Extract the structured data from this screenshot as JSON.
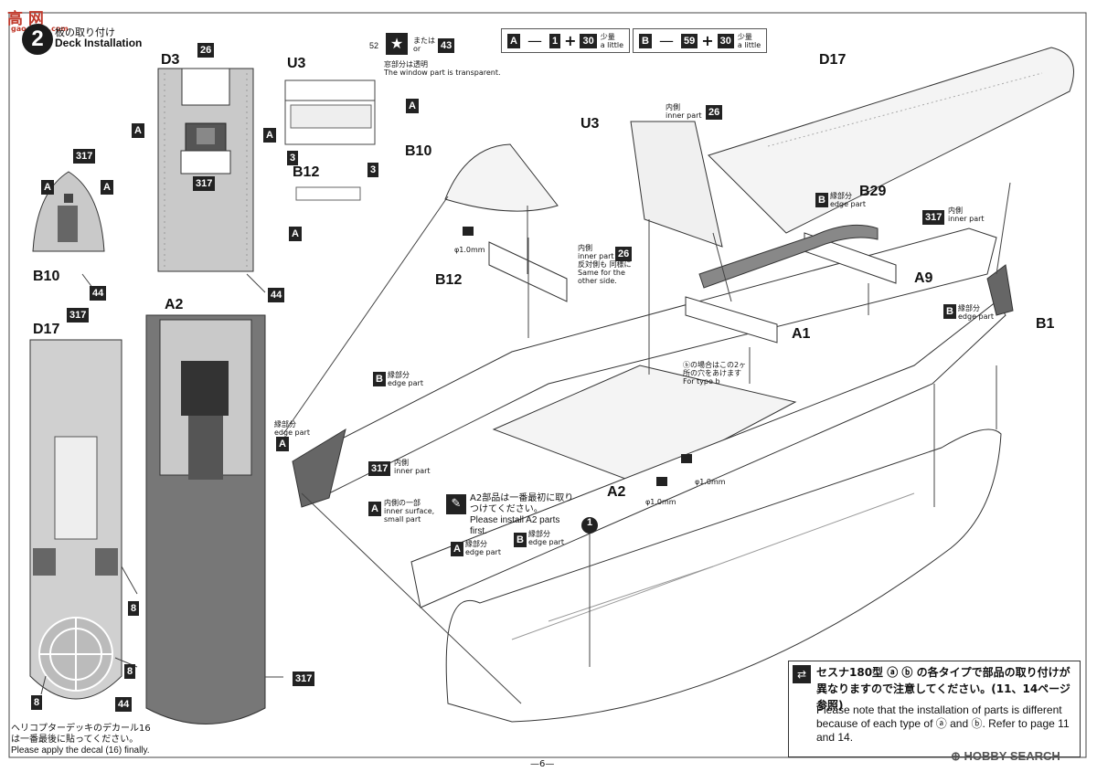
{
  "header": {
    "logo_text": "高 网",
    "logo_url": "gao.zhan.com",
    "step_number": "2",
    "title_jp": "板の取り付け",
    "title_en": "Deck Installation"
  },
  "legend": {
    "a_label": "A",
    "a_formula_left": "1",
    "a_formula_plus": "+",
    "a_formula_right": "30",
    "a_little_jp": "少量",
    "a_little_en": "a little",
    "b_label": "B",
    "b_formula_left": "59",
    "b_formula_plus": "+",
    "b_formula_right": "30",
    "b_little_jp": "少量",
    "b_little_en": "a little"
  },
  "left_views": {
    "d3_label": "D3",
    "d3_top_num": "26",
    "d3_a_left": "A",
    "d3_a_right": "A",
    "d3_317": "317",
    "b10_317": "317",
    "b10_a_left": "A",
    "b10_a_right": "A",
    "b10_label": "B10",
    "b10_44": "44",
    "a2_label": "A2",
    "a2_44": "44",
    "d17_label": "D17",
    "d17_317": "317",
    "d17_8a": "8",
    "d17_8b": "8",
    "d17_8c": "8",
    "d17_44": "44",
    "hull_317": "317",
    "heli_note_jp": "ヘリコプターデッキのデカール16 は一番最後に貼ってください。",
    "heli_note_en": "Please apply the decal (16) finally."
  },
  "u3_detail": {
    "u3_label": "U3",
    "num_52": "52",
    "or_jp": "または",
    "or_en": "or",
    "num_43": "43",
    "window_jp": "窓部分は透明",
    "window_en": "The window part is transparent.",
    "a1": "A",
    "a2": "A",
    "num_3a": "3",
    "b12_label": "B12",
    "num_3b": "3",
    "a3": "A"
  },
  "main_diagram": {
    "d17": "D17",
    "u3": "U3",
    "inner_part_jp": "内側",
    "inner_part_en": "inner part",
    "num_26_top": "26",
    "b10": "B10",
    "phi_1": "φ1.0mm",
    "b12": "B12",
    "inner_26_jp": "内側",
    "inner_26_en": "inner part",
    "num_26_mid": "26",
    "opposite_jp": "反対側も 同様に",
    "opposite_en": "Same for the other side.",
    "b_edge1": "B",
    "edge_jp": "縁部分",
    "edge_en": "edge part",
    "b29": "B29",
    "num_317_right": "317",
    "inner_right_jp": "内側",
    "inner_right_en": "inner part",
    "a9": "A9",
    "a1_lbl": "A1",
    "b1": "B1",
    "type_b_jp": "ⓑの場合はこの2ヶ所の穴をあけます",
    "type_b_en": "For type b",
    "b_edge_left": "B",
    "edge_left_jp": "縁部分",
    "edge_left_en": "edge part",
    "a_edge_left": "A",
    "edge_a_jp": "縁部分",
    "edge_a_en": "edge part",
    "num_317_left": "317",
    "inner_left_jp": "内側",
    "inner_left_en": "inner part",
    "a_inner_small": "A",
    "inner_small_jp": "内側の一部",
    "inner_small_en": "inner surface, small part",
    "a2_note_jp": "A2部品は一番最初に取りつけてください。",
    "a2_note_en": "Please install A2 parts first.",
    "a2": "A2",
    "phi_2": "φ1.0mm",
    "phi_3": "φ1.0mm",
    "a_edge_bottom": "A",
    "edge_bottom_a_jp": "縁部分",
    "edge_bottom_a_en": "edge part",
    "b_edge_bottom": "B",
    "edge_bottom_b_jp": "縁部分",
    "edge_bottom_b_en": "edge part",
    "b_edge_right": "B",
    "edge_right_jp": "縁部分",
    "edge_right_en": "edge part",
    "circle_1": "1"
  },
  "note": {
    "jp": "セスナ180型 ⓐ ⓑ の各タイプで部品の取り付けが異なりますので注意してください。(11、14ページ参照)",
    "en": "Please note that the installation of parts is different because of each type of ⓐ and ⓑ. Refer to page 11 and 14."
  },
  "footer": {
    "page": "—6—",
    "brand": "HOBBY SEARCH"
  }
}
